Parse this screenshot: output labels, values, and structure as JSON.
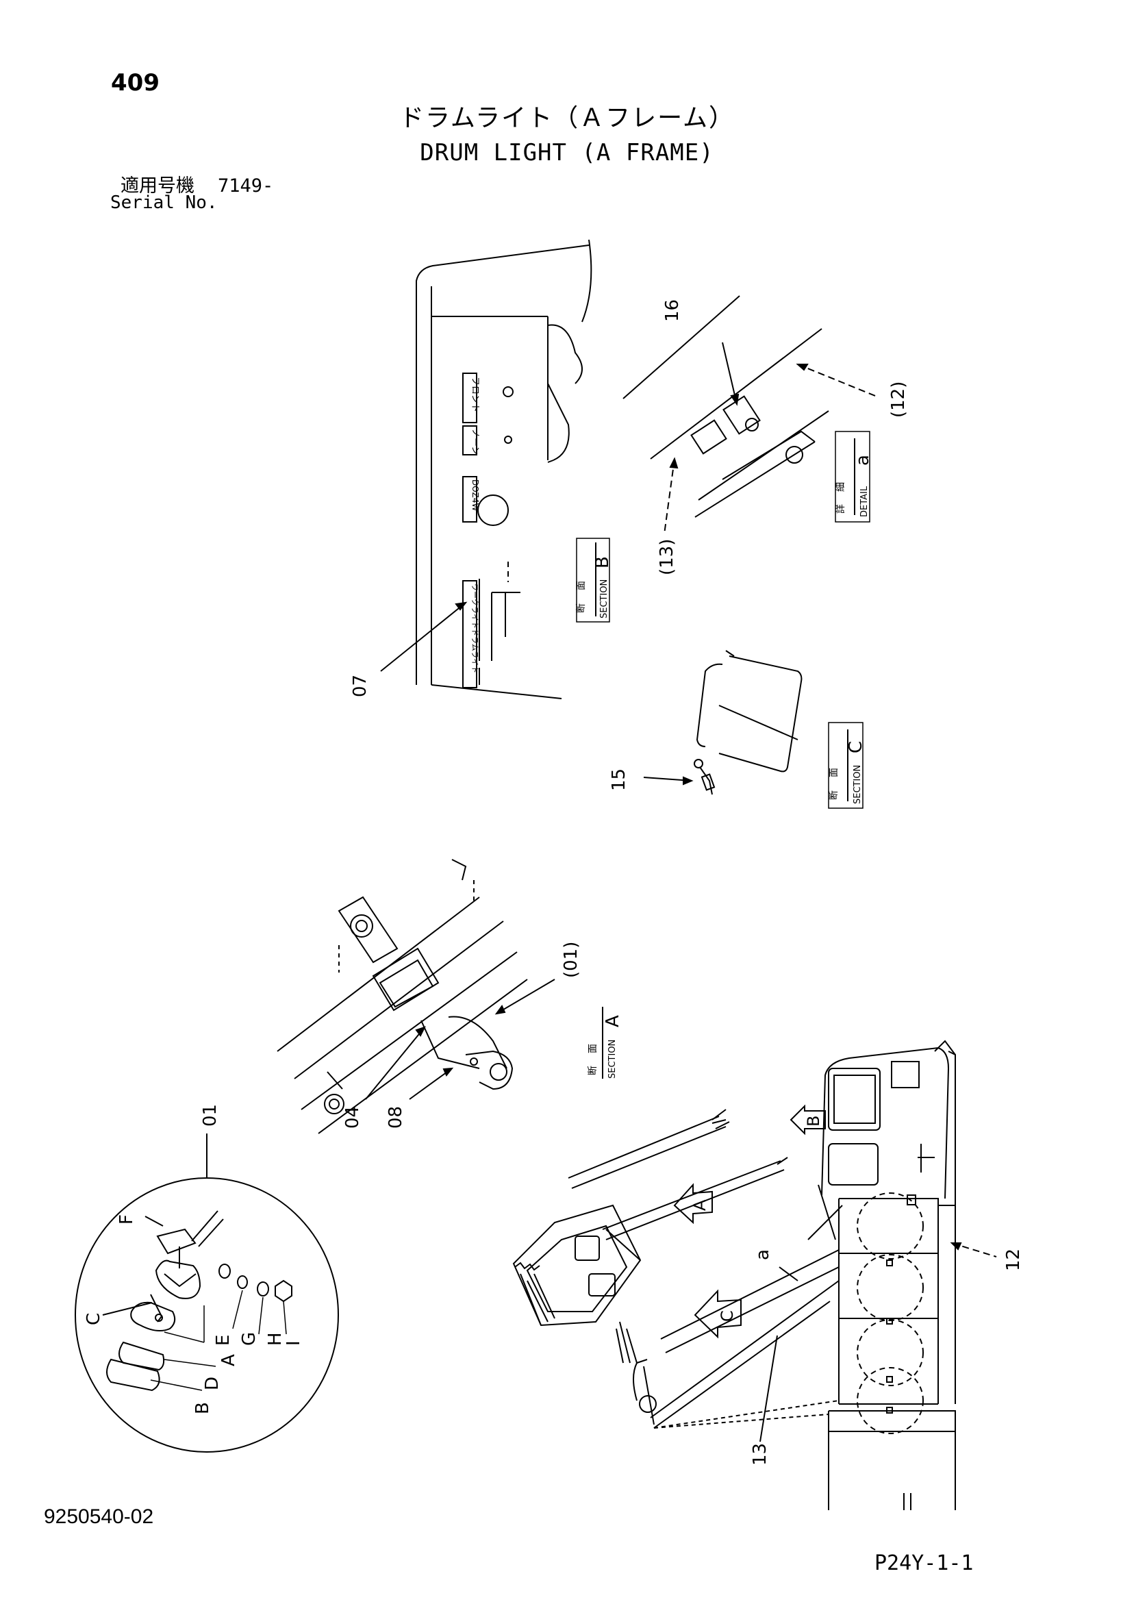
{
  "header": {
    "page_number": "409",
    "title_jp": "ドラムライト（Ａフレーム）",
    "title_en": "DRUM LIGHT (A FRAME)",
    "serial_label_jp": "適用号機",
    "serial_value": "7149-",
    "serial_label_en": "Serial No."
  },
  "views": {
    "section_b": {
      "label_jp_1": "断",
      "label_jp_2": "面",
      "label_en": "SECTION",
      "letter": "B"
    },
    "section_c": {
      "label_jp_1": "断",
      "label_jp_2": "面",
      "label_en": "SECTION",
      "letter": "C"
    },
    "section_a": {
      "label_jp_1": "断",
      "label_jp_2": "面",
      "label_en": "SECTION",
      "letter": "A"
    },
    "detail_a": {
      "label_jp_1": "詳",
      "label_jp_2": "細",
      "label_en": "DETAIL",
      "letter": "a"
    }
  },
  "panel_labels": [
    "フロント",
    "ノーン",
    "DOZ4W",
    "ワークライトドラムライト"
  ],
  "callouts": {
    "c07": "07",
    "c16": "16",
    "c12p": "(12)",
    "c13p": "(13)",
    "c15": "15",
    "c01p": "(01)",
    "c04": "04",
    "c08": "08",
    "c01": "01",
    "c12": "12",
    "c13": "13",
    "ca": "a",
    "view_b_arrow": "B",
    "view_a_arrow": "A",
    "view_c_arrow": "C"
  },
  "parts": {
    "A": "A",
    "B": "B",
    "C": "C",
    "D": "D",
    "E": "E",
    "F": "F",
    "G": "G",
    "H": "H",
    "I": "I"
  },
  "footer": {
    "doc_number": "9250540-02",
    "page_code": "P24Y-1-1"
  }
}
